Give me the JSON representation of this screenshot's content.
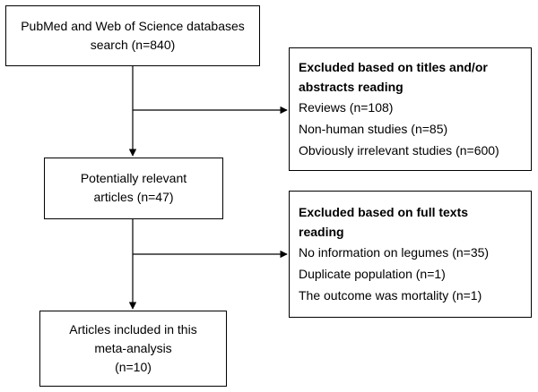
{
  "boxes": {
    "search": {
      "lines": [
        "PubMed and Web of Science databases",
        "search (n=840)"
      ]
    },
    "relevant": {
      "lines": [
        "Potentially relevant",
        "articles (n=47)"
      ]
    },
    "included": {
      "lines": [
        "Articles included in this",
        "meta-analysis",
        "(n=10)"
      ]
    }
  },
  "exclusions": {
    "first": {
      "heading": [
        "Excluded based on titles and/or",
        "abstracts reading"
      ],
      "items": [
        "Reviews (n=108)",
        "Non-human studies (n=85)",
        "Obviously irrelevant studies (n=600)"
      ]
    },
    "second": {
      "heading": [
        "Excluded based on full texts",
        "reading"
      ],
      "items": [
        "No information on legumes (n=35)",
        "Duplicate population (n=1)",
        "The outcome was mortality (n=1)"
      ]
    }
  }
}
